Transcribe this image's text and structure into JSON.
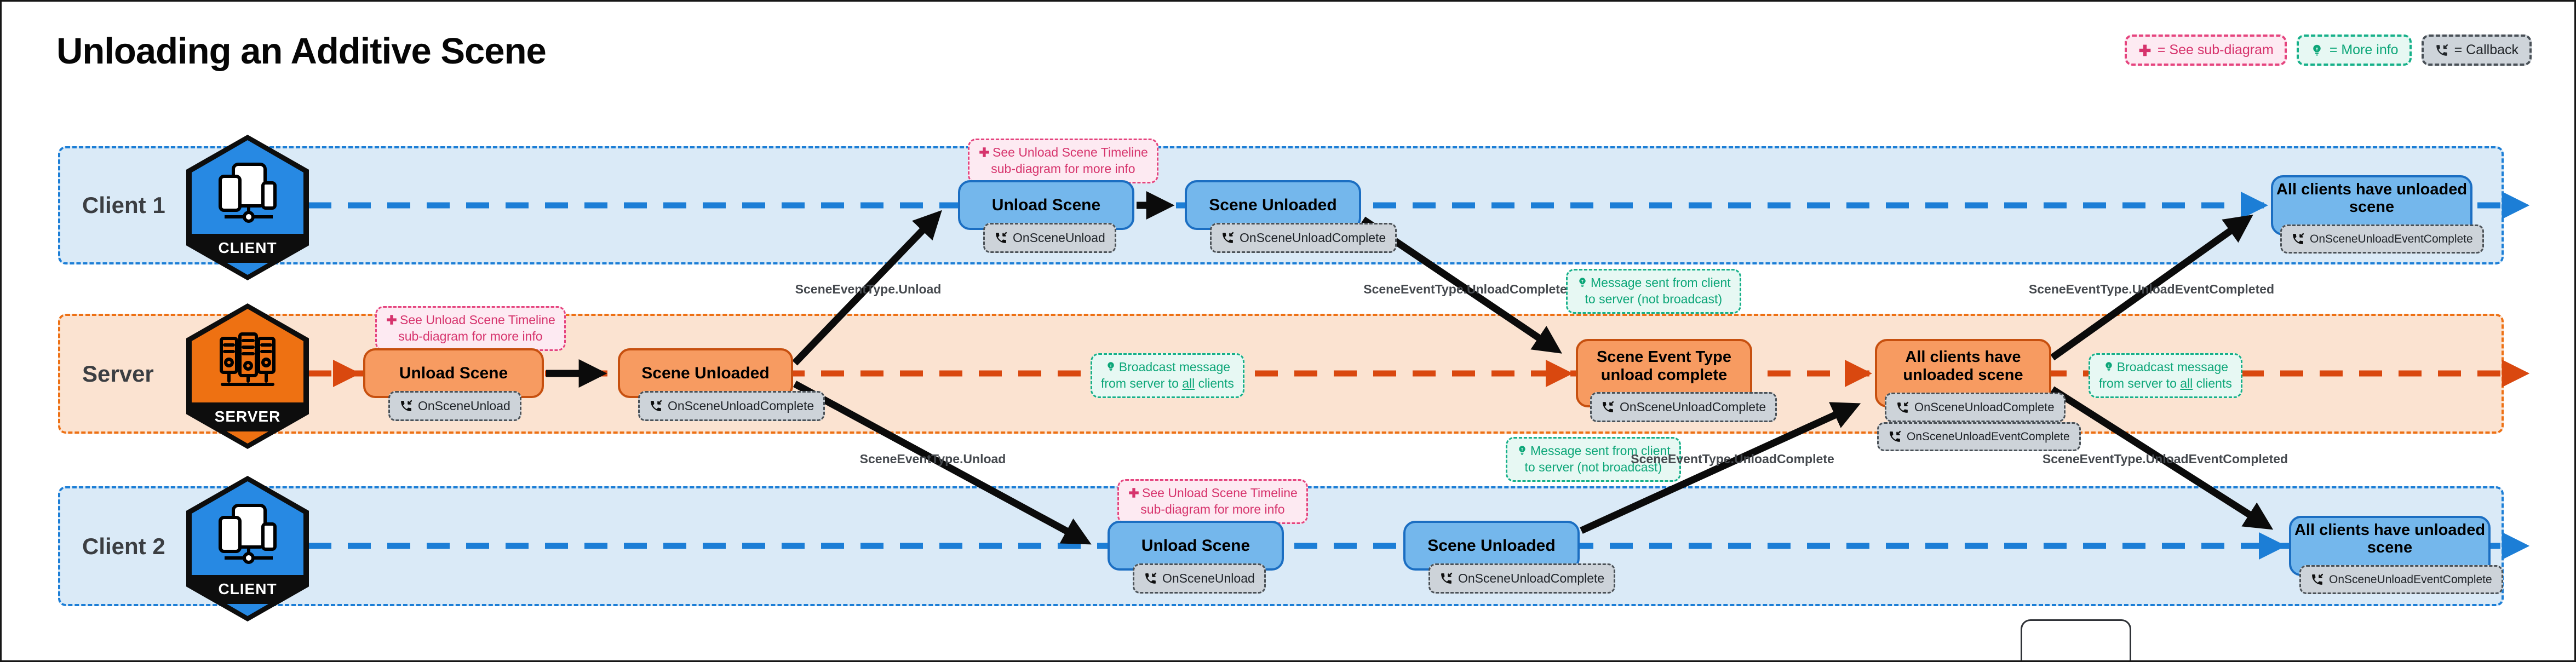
{
  "title": "Unloading an Additive Scene",
  "legend": {
    "see_sub_diagram": "= See sub-diagram",
    "more_info": "= More info",
    "callback": "= Callback"
  },
  "lanes": {
    "client1": {
      "label": "Client 1",
      "hex_badge": "CLIENT"
    },
    "server": {
      "label": "Server",
      "hex_badge": "SERVER"
    },
    "client2": {
      "label": "Client 2",
      "hex_badge": "CLIENT"
    }
  },
  "nodes": {
    "c1_unload_scene": {
      "title": "Unload Scene",
      "callback": "OnSceneUnload"
    },
    "c1_scene_unloaded": {
      "title": "Scene Unloaded",
      "callback": "OnSceneUnloadComplete"
    },
    "c1_all_clients": {
      "title": "All clients have unloaded scene",
      "callback": "OnSceneUnloadEventComplete"
    },
    "sv_unload_scene": {
      "title": "Unload Scene",
      "callback": "OnSceneUnload"
    },
    "sv_scene_unloaded": {
      "title": "Scene Unloaded",
      "callback": "OnSceneUnloadComplete"
    },
    "sv_unload_complete": {
      "title": "Scene Event Type unload complete",
      "callback": "OnSceneUnloadComplete"
    },
    "sv_all_clients": {
      "title": "All clients have unloaded scene",
      "callback": "OnSceneUnloadComplete",
      "callback2": "OnSceneUnloadEventComplete"
    },
    "c2_unload_scene": {
      "title": "Unload Scene",
      "callback": "OnSceneUnload"
    },
    "c2_scene_unloaded": {
      "title": "Scene Unloaded",
      "callback": "OnSceneUnloadComplete"
    },
    "c2_all_clients": {
      "title": "All clients have unloaded scene",
      "callback": "OnSceneUnloadEventComplete"
    }
  },
  "notes": {
    "sub_diagram": {
      "line1": "See Unload Scene Timeline",
      "line2": "sub-diagram for more info"
    },
    "broadcast": {
      "line1": "Broadcast message",
      "line2_pre": "from server to ",
      "line2_underline": "all",
      "line2_post": " clients"
    },
    "client_message": {
      "line1": "Message sent from client",
      "line2": "to server (not broadcast)"
    }
  },
  "edge_labels": {
    "unload": "SceneEventType.Unload",
    "unload_complete": "SceneEventType.UnloadComplete",
    "unload_event_completed": "SceneEventType.UnloadEventCompleted"
  },
  "colors": {
    "client_accent": "#1c7ed6",
    "client_fill": "#74b7ec",
    "client_lane": "#daeaf7",
    "server_accent": "#d9480f",
    "server_fill": "#f79b61",
    "server_lane": "#fbe3d1",
    "note_pink": "#d6336c",
    "note_teal": "#0ca678",
    "callback_gray": "#ced4da",
    "arrow_black": "#0b0b0b"
  }
}
